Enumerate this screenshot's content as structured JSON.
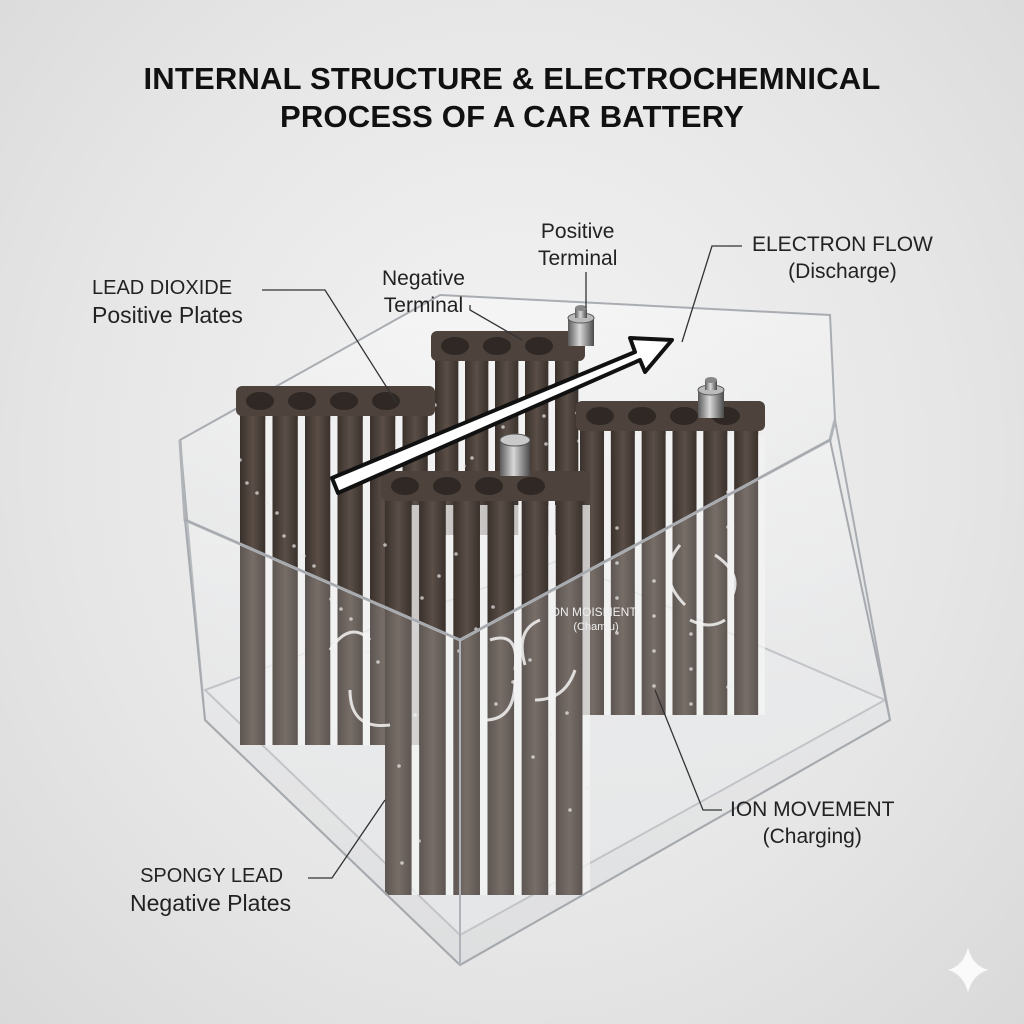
{
  "title": {
    "line1": "INTERNAL STRUCTURE & ELECTROCHEMNICAL",
    "line2": "PROCESS OF A CAR BATTERY"
  },
  "labels": {
    "lead_dioxide": {
      "line1": "LEAD DIOXIDE",
      "line2": "Positive Plates"
    },
    "negative_terminal": {
      "line1": "Negative",
      "line2": "Terminal"
    },
    "positive_terminal": {
      "line1": "Positive",
      "line2": "Terminal"
    },
    "electron_flow": {
      "line1": "ELECTRON FLOW",
      "line2": "(Discharge)"
    },
    "ion_movement": {
      "line1": "ION MOVEMENT",
      "line2": "(Charging)"
    },
    "spongy_lead": {
      "line1": "SPONGY LEAD",
      "line2": "Negative Plates"
    },
    "inner_ion": {
      "line1": "ION MOISMENT",
      "line2": "(Chamlu)"
    }
  },
  "colors": {
    "plate": "#4d423c",
    "plate_dark": "#2f2824",
    "separator": "#f2f2f2",
    "case": "#c9ccd0",
    "arrow": "#ffffff"
  }
}
